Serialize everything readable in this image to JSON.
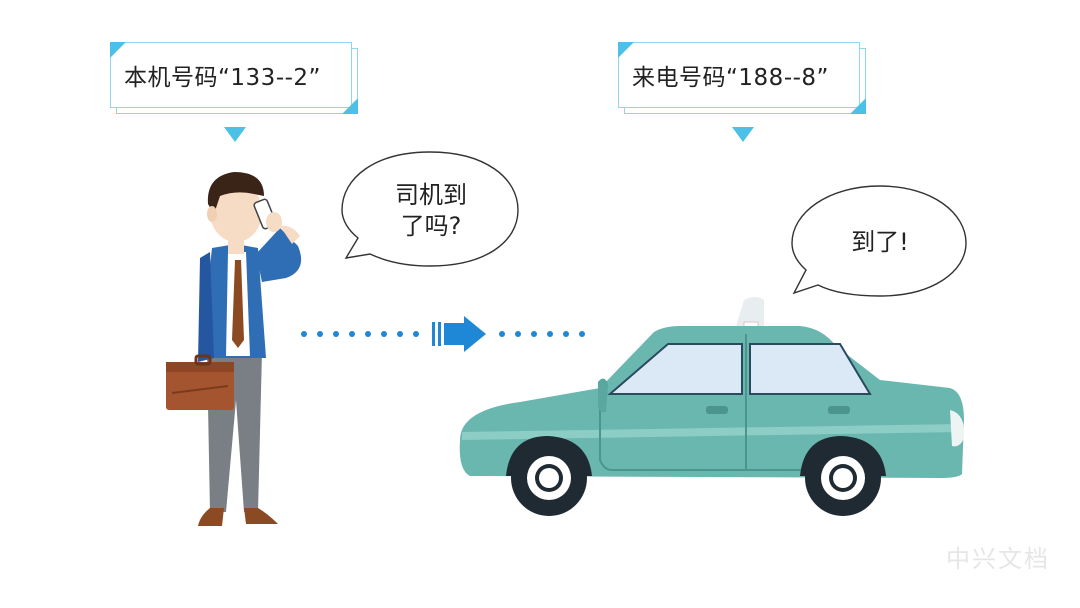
{
  "labels": {
    "local_number": "本机号码“133--2”",
    "incoming_number": "来电号码“188--8”"
  },
  "bubbles": {
    "man_line1": "司机到",
    "man_line2": "了吗?",
    "car": "到了!"
  },
  "watermark": "中兴文档",
  "colors": {
    "accent": "#4cc0e6",
    "car_body": "#6ab7b0",
    "arrow": "#1e88d6",
    "suit": "#2f6db5"
  },
  "icons": [
    "phone-icon",
    "briefcase-icon",
    "taxi-icon",
    "arrow-right-icon"
  ]
}
